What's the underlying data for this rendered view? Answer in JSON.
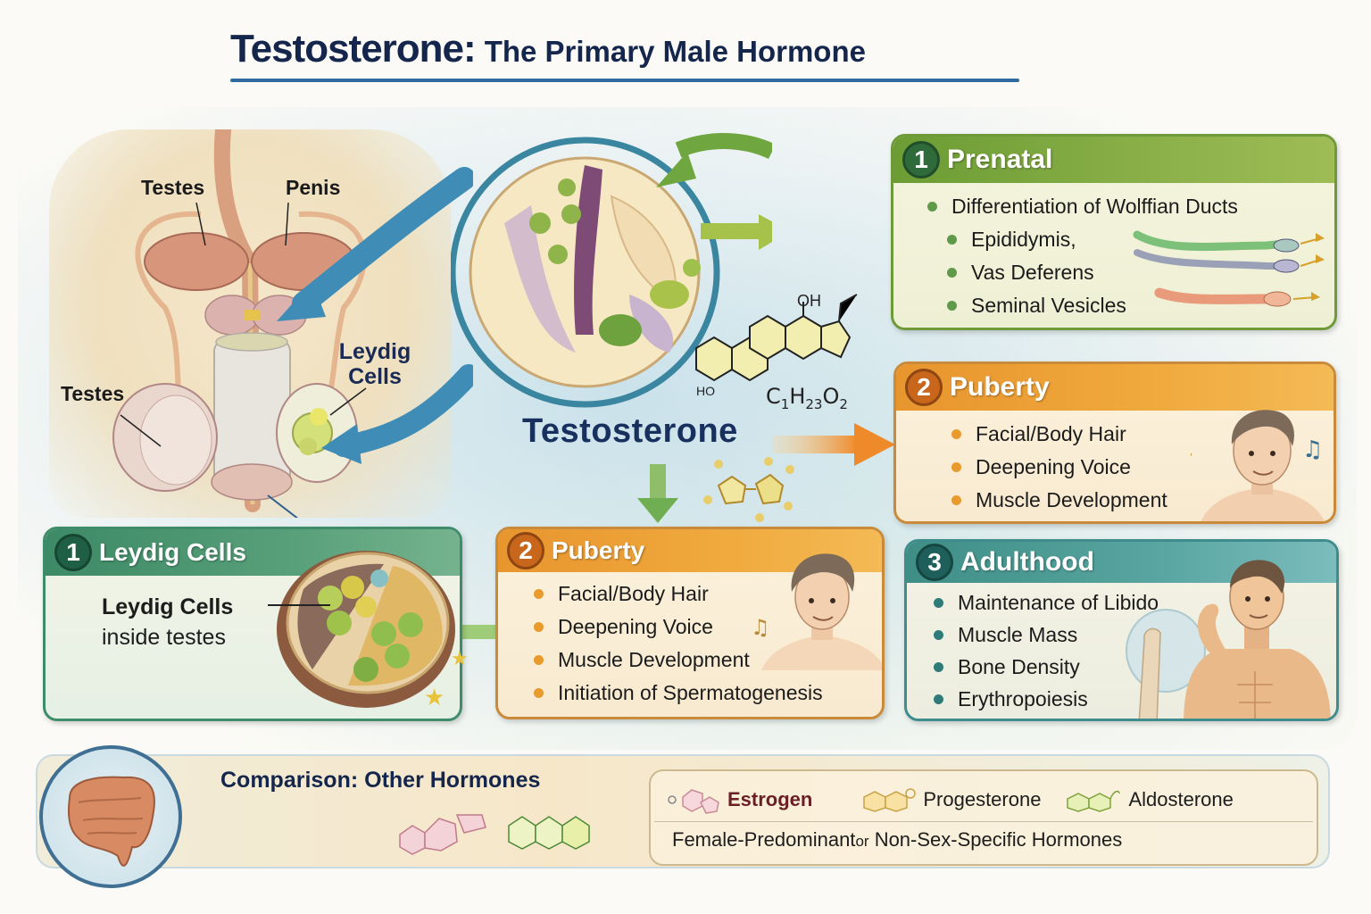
{
  "title": {
    "main": "Testosterone:",
    "subtitle": "The Primary Male Hormone"
  },
  "anatomy": {
    "labels": {
      "testes_top": "Testes",
      "penis": "Penis",
      "testes_left": "Testes",
      "leydig_cells": "Leydig Cells"
    }
  },
  "center": {
    "hormone_name": "Testosterone",
    "formula": {
      "c": "C",
      "c_sub": "1",
      "h": "H",
      "h_sub": "23",
      "o": "O",
      "o_sub": "2"
    },
    "ho_label": "HO",
    "oh_label": "OH"
  },
  "cards": {
    "prenatal": {
      "number": "1",
      "title": "Prenatal",
      "items": [
        "Differentiation of Wolffian Ducts",
        "Epididymis,",
        "Vas Deferens",
        "Seminal Vesicles"
      ],
      "color": "#6c9c34"
    },
    "puberty_right": {
      "number": "2",
      "title": "Puberty",
      "items": [
        "Facial/Body Hair",
        "Deepening Voice",
        "Muscle Development"
      ],
      "color": "#e8952e"
    },
    "adulthood": {
      "number": "3",
      "title": "Adulthood",
      "items": [
        "Maintenance of Libido",
        "Muscle Mass",
        "Bone Density",
        "Erythropoiesis"
      ],
      "color": "#3e8e86"
    },
    "leydig": {
      "number": "1",
      "title": "Leydig Cells",
      "label_bold": "Leydig Cells",
      "label_sub": "inside testes",
      "color": "#3d8a66"
    },
    "puberty_center": {
      "number": "2",
      "title": "Puberty",
      "items": [
        "Facial/Body Hair",
        "Deepening Voice",
        "Muscle Development",
        "Initiation of Spermatogenesis"
      ],
      "color": "#e8952e"
    }
  },
  "comparison": {
    "title": "Comparison: Other Hormones",
    "hormones": [
      {
        "name": "Estrogen",
        "color": "#6b1f24"
      },
      {
        "name": "Progesterone",
        "color": "#1d1d1d"
      },
      {
        "name": "Aldosterone",
        "color": "#1d1d1d"
      }
    ],
    "caption_part1": "Female-Predominant",
    "caption_or": "or",
    "caption_part2": "Non-Sex-Specific Hormones"
  },
  "icons": {
    "gut": "intestine-icon",
    "music": "music-note-icon",
    "molecule": "molecule-icon"
  }
}
